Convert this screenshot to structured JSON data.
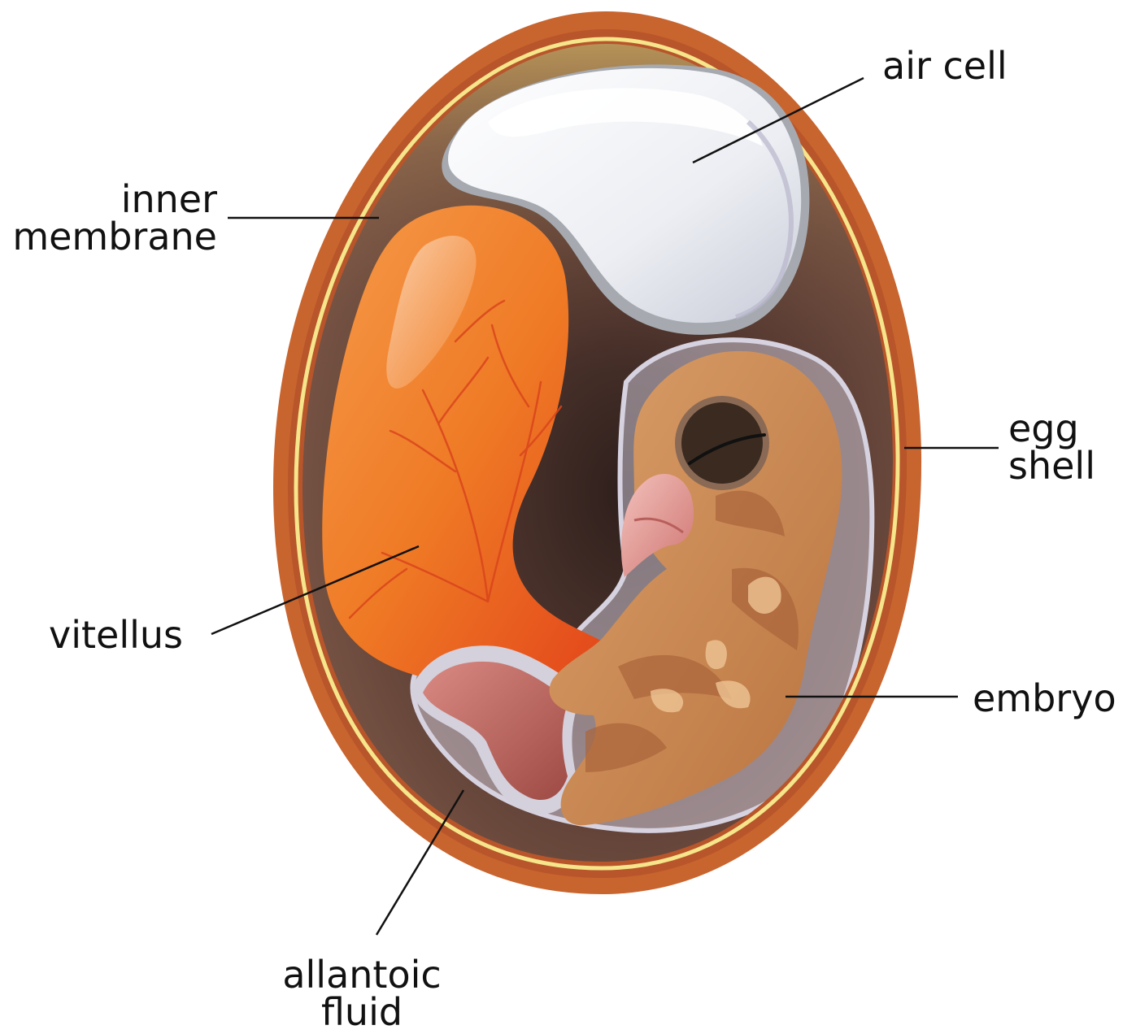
{
  "labels": {
    "air_cell": [
      "air cell"
    ],
    "inner_membrane": [
      "inner",
      "membrane"
    ],
    "egg_shell": [
      "egg",
      "shell"
    ],
    "vitellus": [
      "vitellus"
    ],
    "embryo": [
      "embryo"
    ],
    "allantoic_fluid": [
      "allantoic",
      "fluid"
    ]
  },
  "colors": {
    "shell": "#c8642e",
    "membrane": "#f6e58a",
    "interior": "#6b4a3e",
    "air_cell": "#eef0f4",
    "vitellus": "#f07a24",
    "embryo": "#cf8e58",
    "beak": "#e49a96",
    "leader_line": "#111111"
  }
}
